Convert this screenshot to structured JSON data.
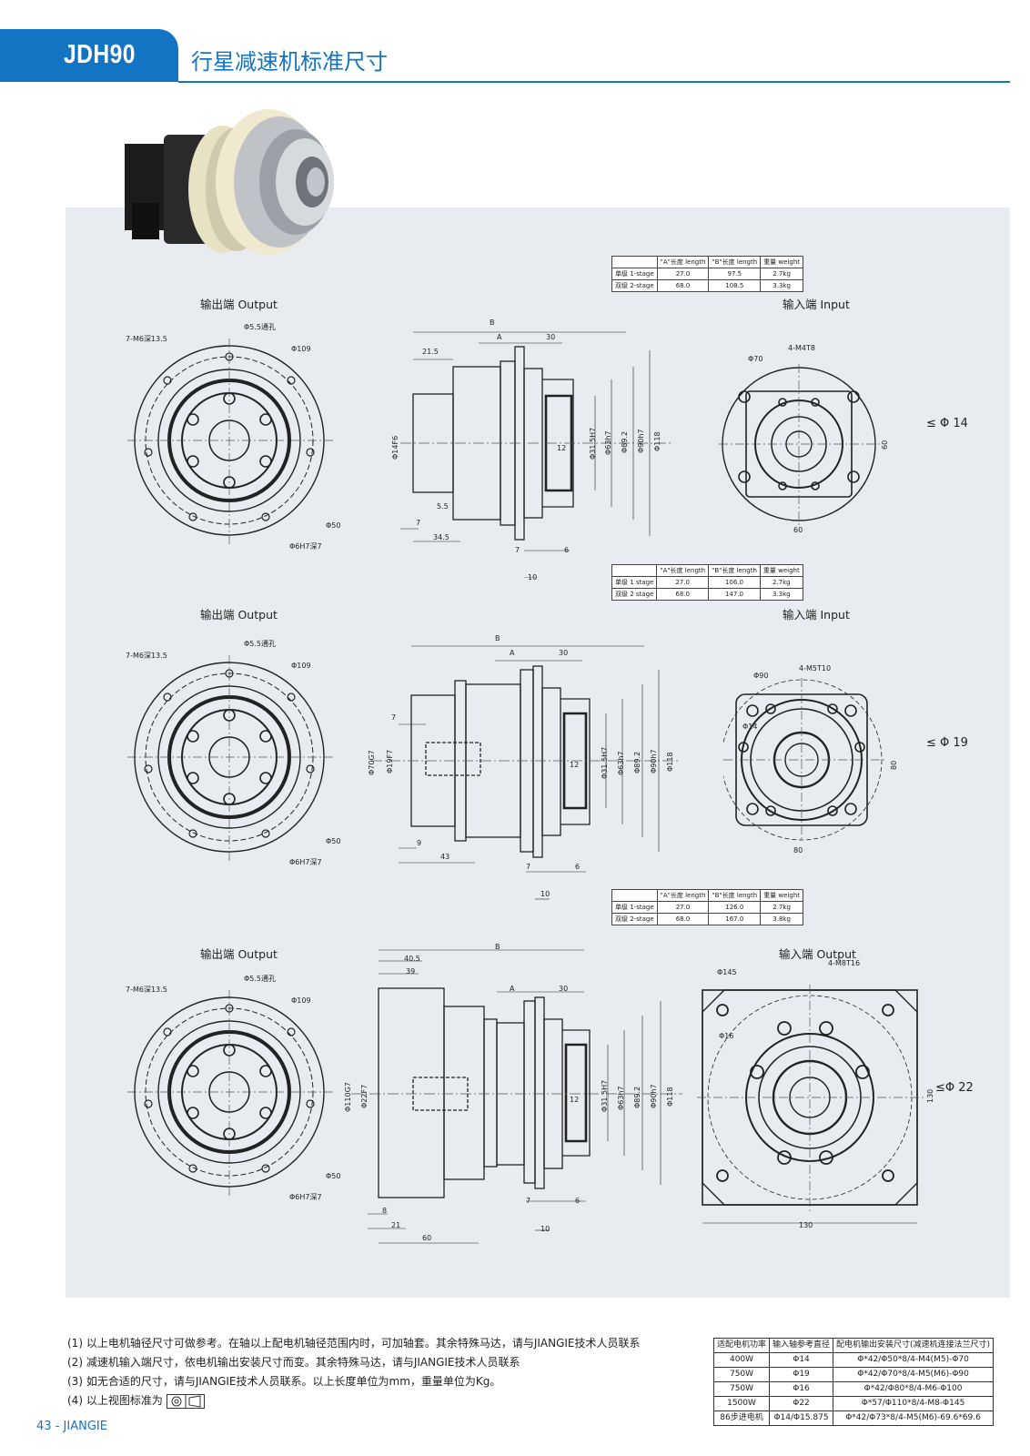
{
  "header": {
    "model": "JDH90",
    "title": "行星减速机标准尺寸"
  },
  "labels": {
    "output": "输出端 Output",
    "input": "输入端 Input",
    "input_output3": "输入端 Output"
  },
  "spec_table_header": [
    "",
    "\"A\"长度 length",
    "\"B\"长度 length",
    "重量 weight"
  ],
  "spec_tables": [
    {
      "rows": [
        [
          "单级 1-stage",
          "27.0",
          "97.5",
          "2.7kg"
        ],
        [
          "双级 2-stage",
          "68.0",
          "108.5",
          "3.3kg"
        ]
      ]
    },
    {
      "rows": [
        [
          "单级 1 stage",
          "27.0",
          "106.0",
          "2.7kg"
        ],
        [
          "双级 2 stage",
          "68.0",
          "147.0",
          "3.3kg"
        ]
      ]
    },
    {
      "rows": [
        [
          "单级 1-stage",
          "27.0",
          "126.0",
          "2.7kg"
        ],
        [
          "双级 2-stage",
          "68.0",
          "167.0",
          "3.8kg"
        ]
      ]
    }
  ],
  "views": [
    {
      "output": {
        "m": "7-M6深13.5",
        "hole": "Φ5.5通孔",
        "d109": "Φ109",
        "d50": "Φ50",
        "d6": "Φ6H7深7"
      },
      "side": {
        "B": "B",
        "A": "A",
        "d30": "30",
        "d215": "21.5",
        "d55": "5.5",
        "d7": "7",
        "d345": "34.5",
        "d7b": "7",
        "d6": "6",
        "d10": "10",
        "d12": "12",
        "shaft": "Φ14F6",
        "d315": "Φ31.5H7",
        "d63": "Φ63h7",
        "d892": "Φ89.2",
        "d90": "Φ90h7",
        "d118": "Φ118"
      },
      "input": {
        "pcd": "Φ70",
        "m": "4-M4T8",
        "sq": "60",
        "sqh": "60"
      },
      "shaft_max": "≤ Φ 14"
    },
    {
      "output": {
        "m": "7-M6深13.5",
        "hole": "Φ5.5通孔",
        "d109": "Φ109",
        "d50": "Φ50",
        "d6": "Φ6H7深7"
      },
      "side": {
        "B": "B",
        "A": "A",
        "d30": "30",
        "d7": "7",
        "d9": "9",
        "d43": "43",
        "d7b": "7",
        "d6": "6",
        "d10": "10",
        "d12": "12",
        "pil": "Φ70G7",
        "shaft": "Φ19F7",
        "d315": "Φ31.5H7",
        "d63": "Φ63h7",
        "d892": "Φ89.2",
        "d90": "Φ90h7",
        "d118": "Φ118"
      },
      "input": {
        "pcd": "Φ90",
        "m": "4-M5T10",
        "dia": "Φ14",
        "sq": "80",
        "sqh": "80"
      },
      "shaft_max": "≤ Φ 19"
    },
    {
      "output": {
        "m": "7-M6深13.5",
        "hole": "Φ5.5通孔",
        "d109": "Φ109",
        "d50": "Φ50",
        "d6": "Φ6H7深7"
      },
      "side": {
        "B": "B",
        "A": "A",
        "d30": "30",
        "d405": "40.5",
        "d39": "39",
        "d8": "8",
        "d21": "21",
        "d60": "60",
        "d7b": "7",
        "d6": "6",
        "d10": "10",
        "d12": "12",
        "pil": "Φ110G7",
        "shaft": "Φ22F7",
        "d315": "Φ31.5H7",
        "d63": "Φ63h7",
        "d892": "Φ89.2",
        "d90": "Φ90h7",
        "d118": "Φ118"
      },
      "input": {
        "pcd": "Φ145",
        "m": "4-M8T16",
        "dia": "Φ16",
        "sq": "130",
        "sqh": "130"
      },
      "shaft_max": "≤Φ 22"
    }
  ],
  "notes": [
    "(1) 以上电机轴径尺寸可做参考。在轴以上配电机轴径范围内时，可加轴套。其余特殊马达，请与JIANGIE技术人员联系",
    "(2) 减速机输入端尺寸，依电机输出安装尺寸而变。其余特殊马达，请与JIANGIE技术人员联系",
    "(3) 如无合适的尺寸，请与JIANGIE技术人员联系。以上长度单位为mm，重量单位为Kg。",
    "(4) 以上视图标准为"
  ],
  "motor_table": {
    "header": [
      "适配电机功率",
      "输入轴参考直径",
      "配电机输出安装尺寸(减速机连接法兰尺寸)"
    ],
    "rows": [
      [
        "400W",
        "Φ14",
        "Φ*42/Φ50*8/4-M4(M5)-Φ70"
      ],
      [
        "750W",
        "Φ19",
        "Φ*42/Φ70*8/4-M5(M6)-Φ90"
      ],
      [
        "750W",
        "Φ16",
        "Φ*42/Φ80*8/4-M6-Φ100"
      ],
      [
        "1500W",
        "Φ22",
        "Φ*57/Φ110*8/4-M8-Φ145"
      ],
      [
        "86步进电机",
        "Φ14/Φ15.875",
        "Φ*42/Φ73*8/4-M5(M6)-69.6*69.6"
      ]
    ]
  },
  "footer": {
    "page": "43",
    "sep": "-",
    "brand": "JIANGIE"
  },
  "colors": {
    "accent": "#1474c4",
    "panel": "#e8ecf1"
  }
}
